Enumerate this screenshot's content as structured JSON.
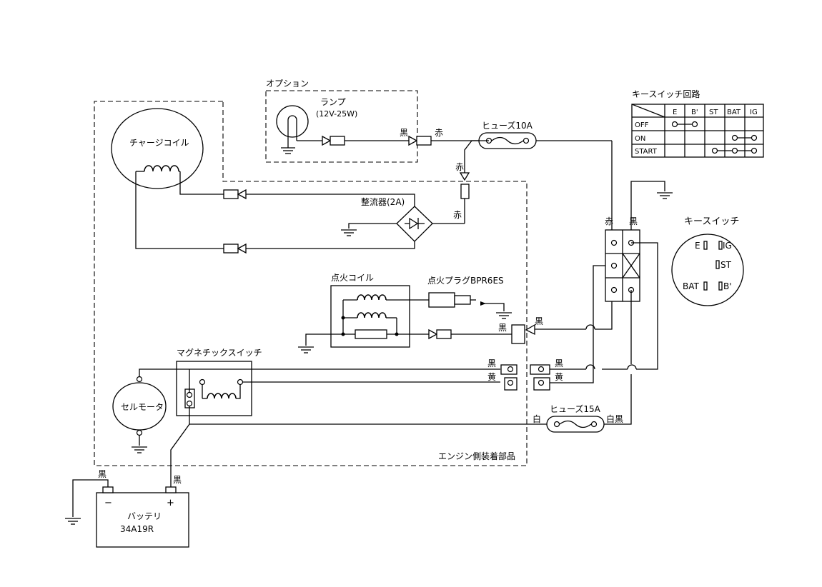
{
  "labels": {
    "option": "オプション",
    "lamp": "ランプ",
    "lamp_rating": "(12V-25W)",
    "charge_coil": "チャージコイル",
    "rectifier": "整流器(2A)",
    "fuse10": "ヒューズ10A",
    "fuse15": "ヒューズ15A",
    "ignition_coil": "点火コイル",
    "spark_plug": "点火プラグBPR6ES",
    "magnetic_switch": "マグネチックスイッチ",
    "starter_motor": "セルモータ",
    "battery": "バッテリ",
    "battery_model": "34A19R",
    "engine_parts": "エンジン側装着部品",
    "key_switch": "キースイッチ",
    "key_switch_circuit": "キースイッチ回路",
    "minus": "−",
    "plus": "+"
  },
  "wire_colors": {
    "black": "黒",
    "red": "赤",
    "yellow": "黄",
    "white": "白",
    "white_black": "白黒"
  },
  "key_switch_terminals": {
    "e": "E",
    "ig": "IG",
    "st": "ST",
    "bat": "BAT",
    "b_prime": "B'"
  },
  "key_table": {
    "columns": [
      "E",
      "B'",
      "ST",
      "BAT",
      "IG"
    ],
    "rows": [
      "OFF",
      "ON",
      "START"
    ]
  }
}
